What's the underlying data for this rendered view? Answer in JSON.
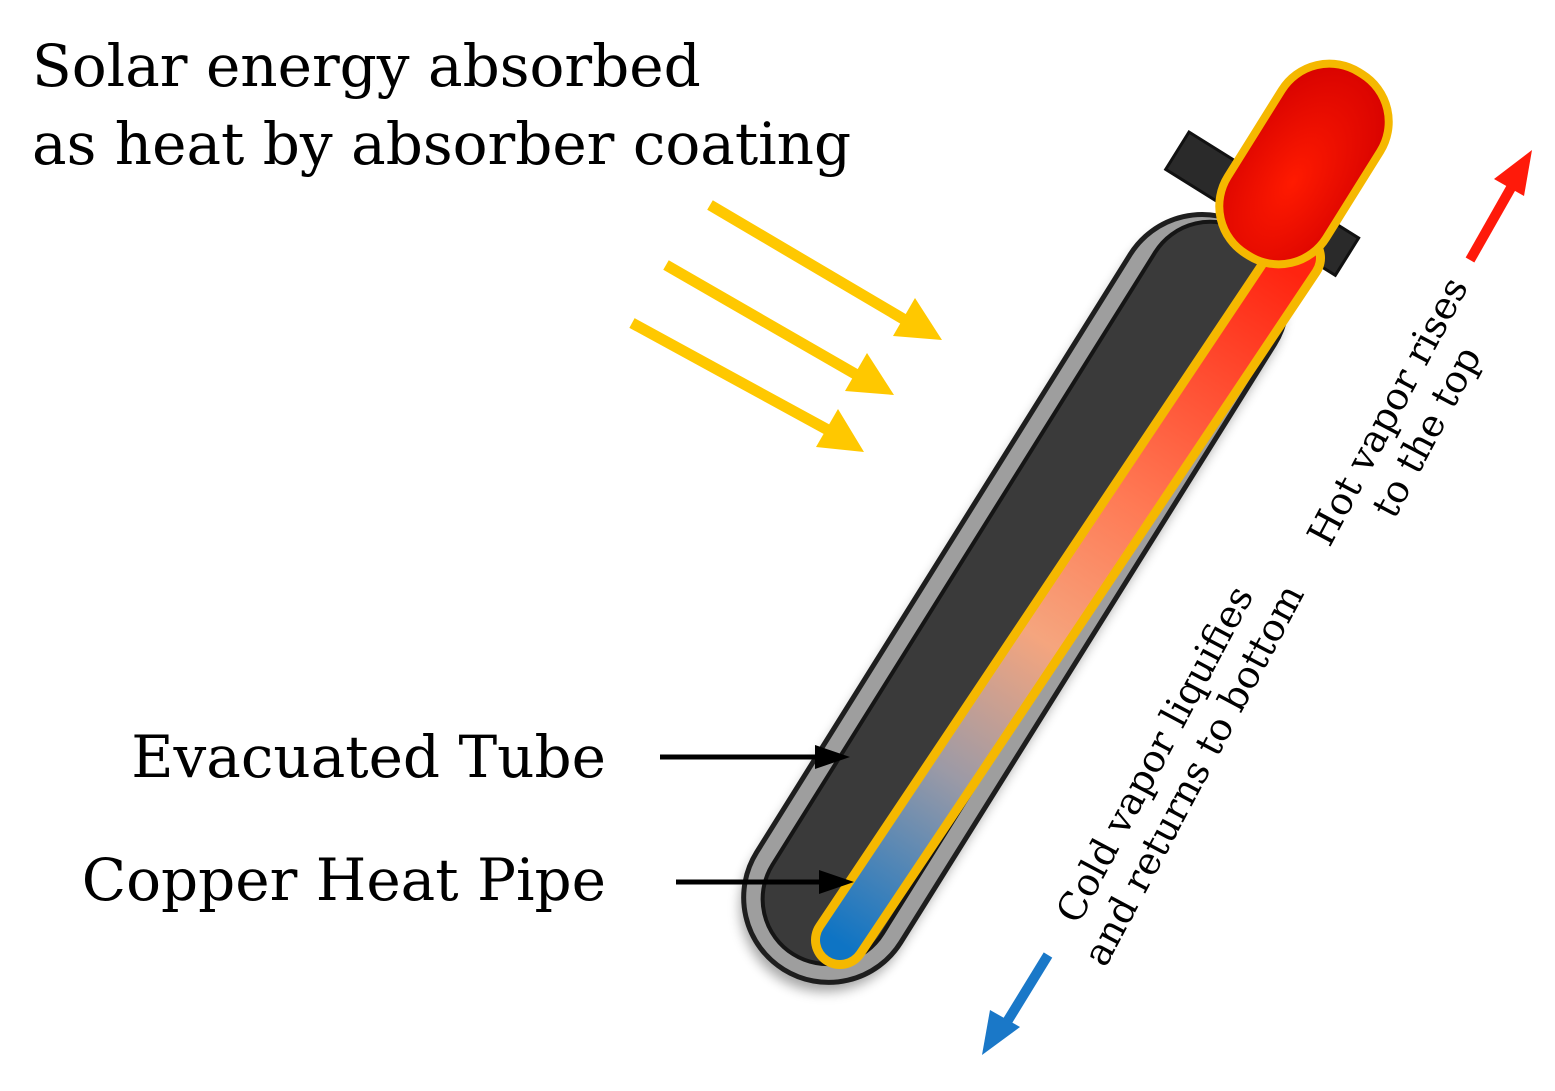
{
  "headline": {
    "line1": "Solar energy absorbed",
    "line2": "as heat by absorber coating"
  },
  "labels": {
    "evacuated_tube": "Evacuated Tube",
    "copper_heat_pipe": "Copper Heat Pipe"
  },
  "flow": {
    "hot_line1": "Hot vapor rises",
    "hot_line2": "to the top",
    "cold_line1": "Cold vapor liquifies",
    "cold_line2": "and returns to bottom"
  },
  "colors": {
    "sun_rays": "#FFC800",
    "hot": "#FF1A0A",
    "cold": "#1A78C8",
    "pipe_outline": "#F5B800",
    "tube_dark": "#3A3A3A",
    "tube_glass": "#9E9E9E",
    "cap": "#2A2A2A"
  }
}
